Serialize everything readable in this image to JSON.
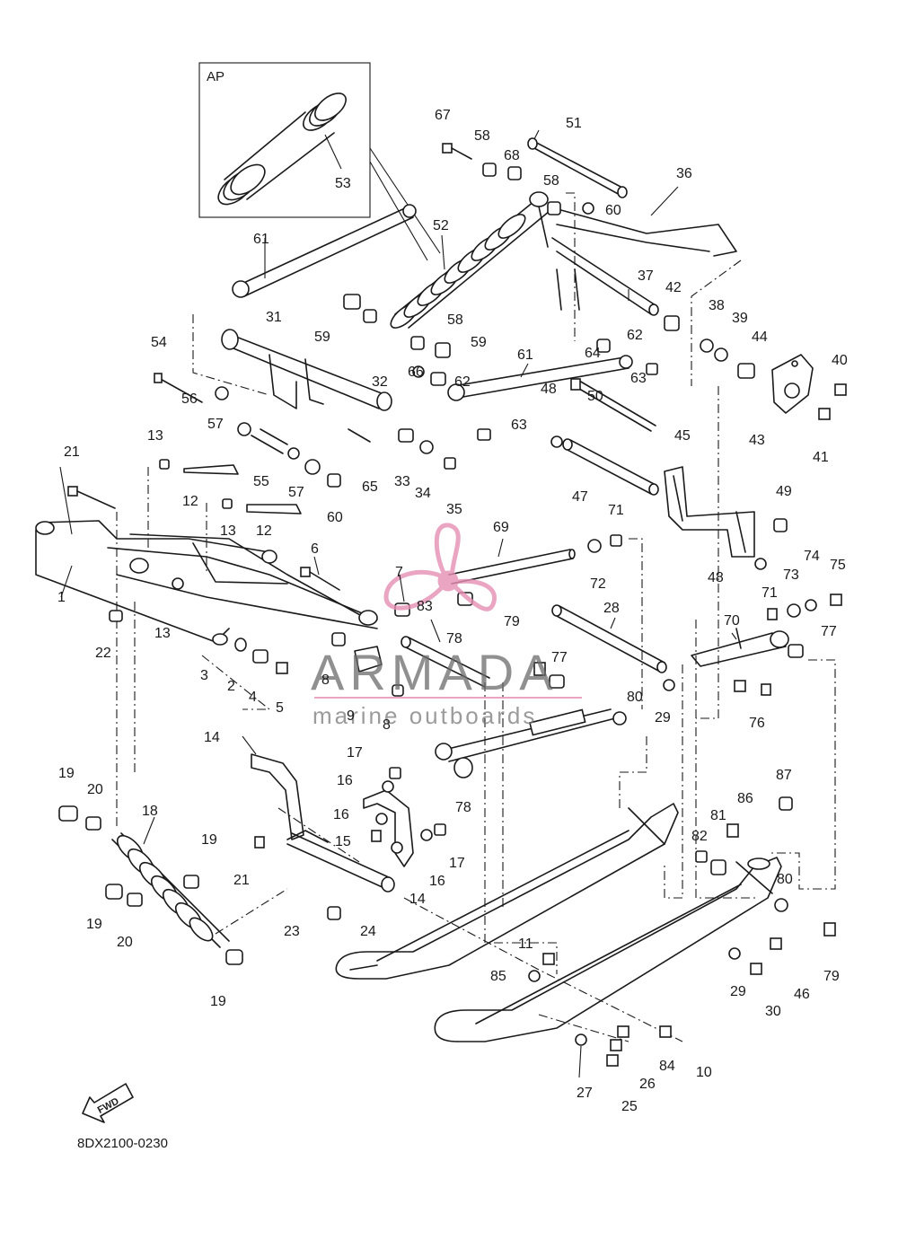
{
  "diagram": {
    "code": "8DX2100-0230",
    "inset_label": "AP",
    "fwd_label": "FWD",
    "watermark": {
      "brand": "ARMADA",
      "tagline": "marine outboards",
      "accent_color": "#e58fb4"
    },
    "callouts": [
      "1",
      "2",
      "3",
      "4",
      "5",
      "6",
      "7",
      "8",
      "8",
      "9",
      "10",
      "11",
      "12",
      "12",
      "13",
      "13",
      "13",
      "14",
      "14",
      "15",
      "16",
      "16",
      "16",
      "17",
      "17",
      "18",
      "19",
      "19",
      "19",
      "19",
      "20",
      "20",
      "21",
      "21",
      "22",
      "23",
      "24",
      "25",
      "26",
      "27",
      "28",
      "29",
      "29",
      "30",
      "31",
      "32",
      "33",
      "34",
      "35",
      "36",
      "37",
      "38",
      "39",
      "40",
      "41",
      "42",
      "43",
      "44",
      "45",
      "46",
      "47",
      "48",
      "48",
      "49",
      "50",
      "51",
      "52",
      "53",
      "54",
      "55",
      "56",
      "57",
      "57",
      "58",
      "58",
      "58",
      "59",
      "59",
      "60",
      "60",
      "61",
      "61",
      "62",
      "62",
      "63",
      "63",
      "64",
      "65",
      "66",
      "67",
      "68",
      "69",
      "70",
      "71",
      "71",
      "72",
      "73",
      "74",
      "75",
      "76",
      "77",
      "77",
      "78",
      "78",
      "79",
      "79",
      "80",
      "80",
      "81",
      "82",
      "83",
      "84",
      "85",
      "86",
      "87"
    ]
  }
}
